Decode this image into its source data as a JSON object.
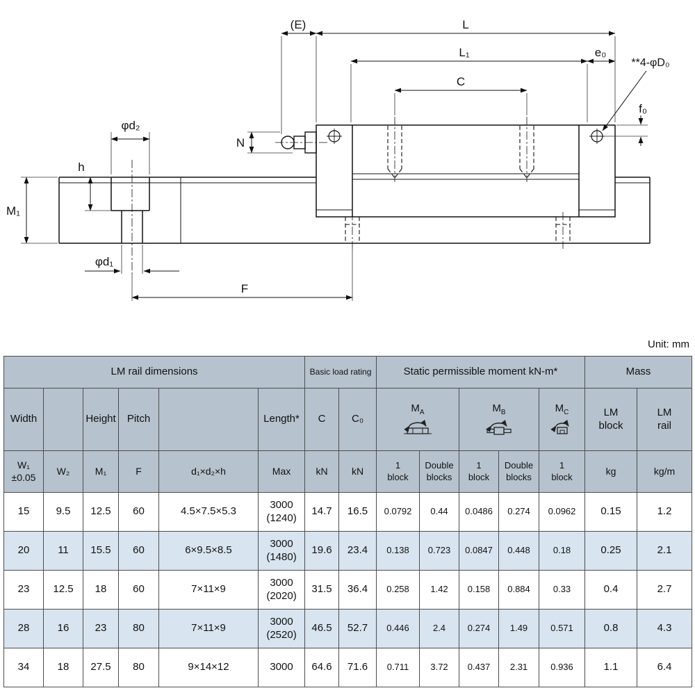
{
  "unit_note": "Unit: mm",
  "drawing": {
    "labels": {
      "e_paren": "(E)",
      "l": "L",
      "l1": "L₁",
      "e0": "e₀",
      "c": "C",
      "holes": "**4-φD₀",
      "f0": "f₀",
      "n": "N",
      "phi_d2": "φd₂",
      "h": "h",
      "m1": "M₁",
      "phi_d1": "φd₁",
      "f": "F"
    }
  },
  "table": {
    "groups": {
      "lm_rail_dimensions": "LM rail dimensions",
      "basic_load_rating": "Basic load rating",
      "static_moment": "Static permissible moment kN-m*",
      "mass": "Mass"
    },
    "headers": {
      "width": "Width",
      "height": "Height",
      "pitch": "Pitch",
      "length": "Length*",
      "c": "C",
      "c0": "C₀",
      "ma_main": "M",
      "ma_sub": "A",
      "mb_main": "M",
      "mb_sub": "B",
      "mc_main": "M",
      "mc_sub": "C",
      "lm_block": "LM\nblock",
      "lm_rail": "LM\nrail",
      "w1": "W₁\n±0.05",
      "w2": "W₂",
      "m1": "M₁",
      "f": "F",
      "d1d2h": "d₁×d₂×h",
      "max": "Max",
      "kn": "kN",
      "one_block": "1\nblock",
      "double_blocks": "Double\nblocks",
      "kg": "kg",
      "kg_per_m": "kg/m"
    },
    "rows": [
      [
        "15",
        "9.5",
        "12.5",
        "60",
        "4.5×7.5×5.3",
        "3000\n(1240)",
        "14.7",
        "16.5",
        "0.0792",
        "0.44",
        "0.0486",
        "0.274",
        "0.0962",
        "0.15",
        "1.2"
      ],
      [
        "20",
        "11",
        "15.5",
        "60",
        "6×9.5×8.5",
        "3000\n(1480)",
        "19.6",
        "23.4",
        "0.138",
        "0.723",
        "0.0847",
        "0.448",
        "0.18",
        "0.25",
        "2.1"
      ],
      [
        "23",
        "12.5",
        "18",
        "60",
        "7×11×9",
        "3000\n(2020)",
        "31.5",
        "36.4",
        "0.258",
        "1.42",
        "0.158",
        "0.884",
        "0.33",
        "0.4",
        "2.7"
      ],
      [
        "28",
        "16",
        "23",
        "80",
        "7×11×9",
        "3000\n(2520)",
        "46.5",
        "52.7",
        "0.446",
        "2.4",
        "0.274",
        "1.49",
        "0.571",
        "0.8",
        "4.3"
      ],
      [
        "34",
        "18",
        "27.5",
        "80",
        "9×14×12",
        "3000",
        "64.6",
        "71.6",
        "0.711",
        "3.72",
        "0.437",
        "2.31",
        "0.936",
        "1.1",
        "6.4"
      ]
    ]
  }
}
